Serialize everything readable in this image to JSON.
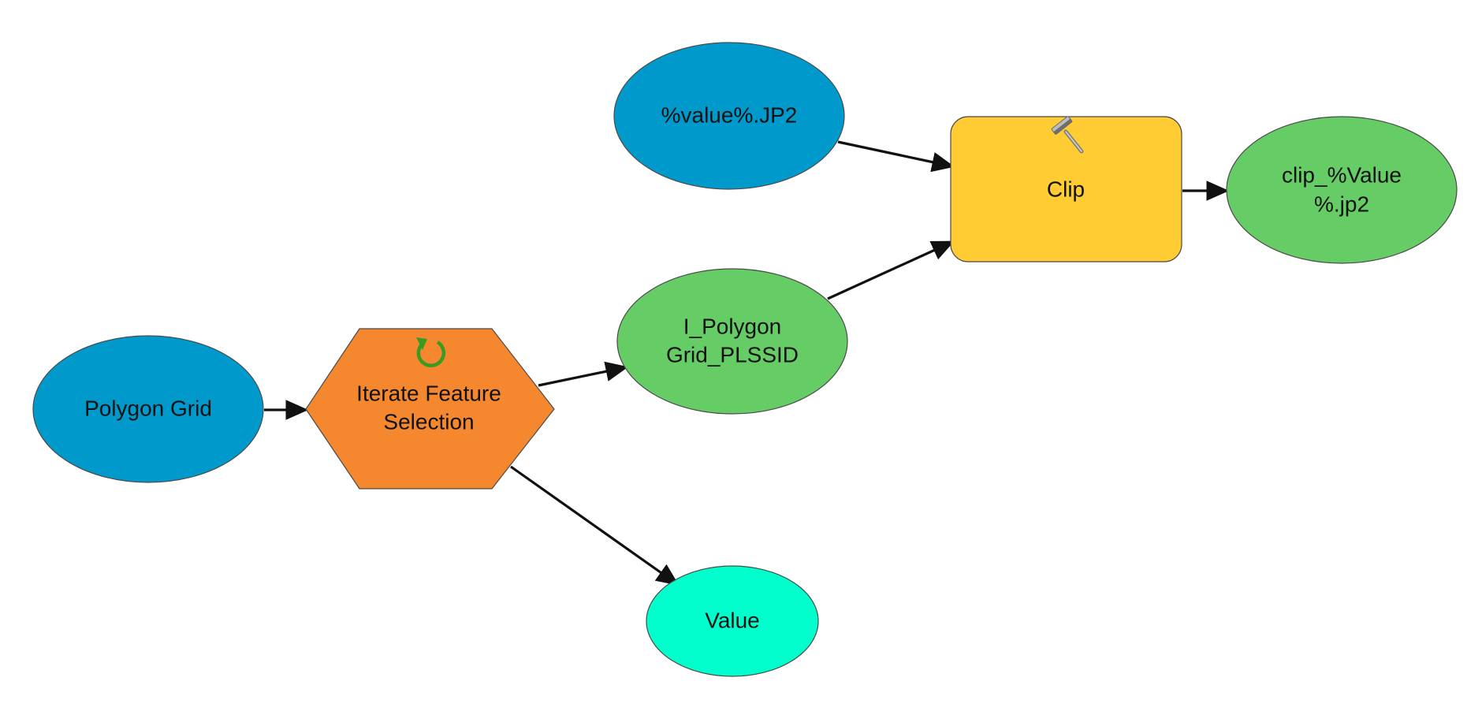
{
  "colors": {
    "input_data": "#0099CC",
    "derived_data": "#66CC66",
    "variable": "#00FFCC",
    "tool": "#FFCC33",
    "iterator": "#F5882F",
    "connector": "#111111",
    "iterate_icon": "#3a9a22"
  },
  "nodes": {
    "polygon_grid": {
      "label": "Polygon Grid",
      "icon": ""
    },
    "iterate": {
      "label_line1": "Iterate Feature",
      "label_line2": "Selection",
      "icon": "iterate-icon"
    },
    "value_var": {
      "label": "Value",
      "icon": ""
    },
    "i_polygon": {
      "label_line1": "I_Polygon",
      "label_line2": "Grid_PLSSID",
      "icon": ""
    },
    "value_jp2": {
      "label": "%value%.JP2",
      "icon": ""
    },
    "clip": {
      "label": "Clip",
      "icon": "hammer-icon"
    },
    "clip_out": {
      "label_line1": "clip_%Value",
      "label_line2": "%.jp2",
      "icon": ""
    }
  },
  "connections": [
    {
      "from": "Polygon Grid",
      "to": "Iterate Feature Selection"
    },
    {
      "from": "Iterate Feature Selection",
      "to": "I_Polygon Grid_PLSSID"
    },
    {
      "from": "Iterate Feature Selection",
      "to": "Value"
    },
    {
      "from": "I_Polygon Grid_PLSSID",
      "to": "Clip"
    },
    {
      "from": "%value%.JP2",
      "to": "Clip"
    },
    {
      "from": "Clip",
      "to": "clip_%Value %.jp2"
    }
  ]
}
